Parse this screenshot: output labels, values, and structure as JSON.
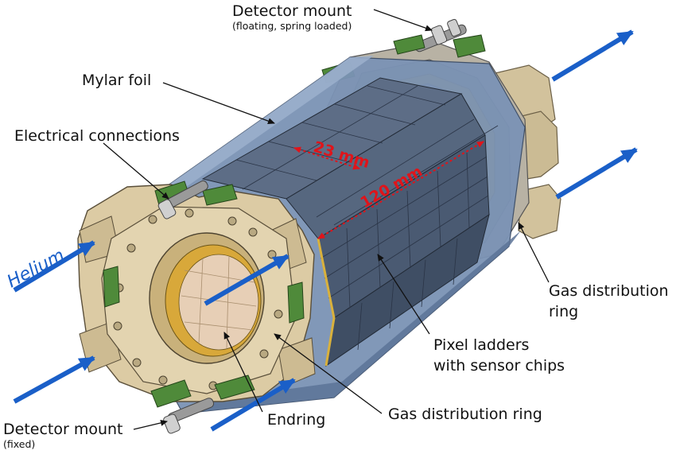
{
  "labels": {
    "mount_top": "Detector mount",
    "mount_top_sub": "(floating, spring loaded)",
    "mylar": "Mylar foil",
    "electrical": "Electrical connections",
    "gas_ring_right_1": "Gas distribution",
    "gas_ring_right_2": "ring",
    "pixel_1": "Pixel ladders",
    "pixel_2": "with sensor chips",
    "gas_ring_bottom": "Gas distribution ring",
    "endring": "Endring",
    "mount_bottom": "Detector mount",
    "mount_bottom_sub": "(fixed)",
    "helium": "Helium"
  },
  "dimensions": {
    "width": "23 mm",
    "length": "120 mm"
  },
  "colors": {
    "mylar": "#6f89ad",
    "ladder": "#4f607a",
    "ring": "#d9c9a3",
    "flow_arrow": "#1a5fc8",
    "dimension": "#e0141a",
    "connector": "#3f7a2e"
  }
}
